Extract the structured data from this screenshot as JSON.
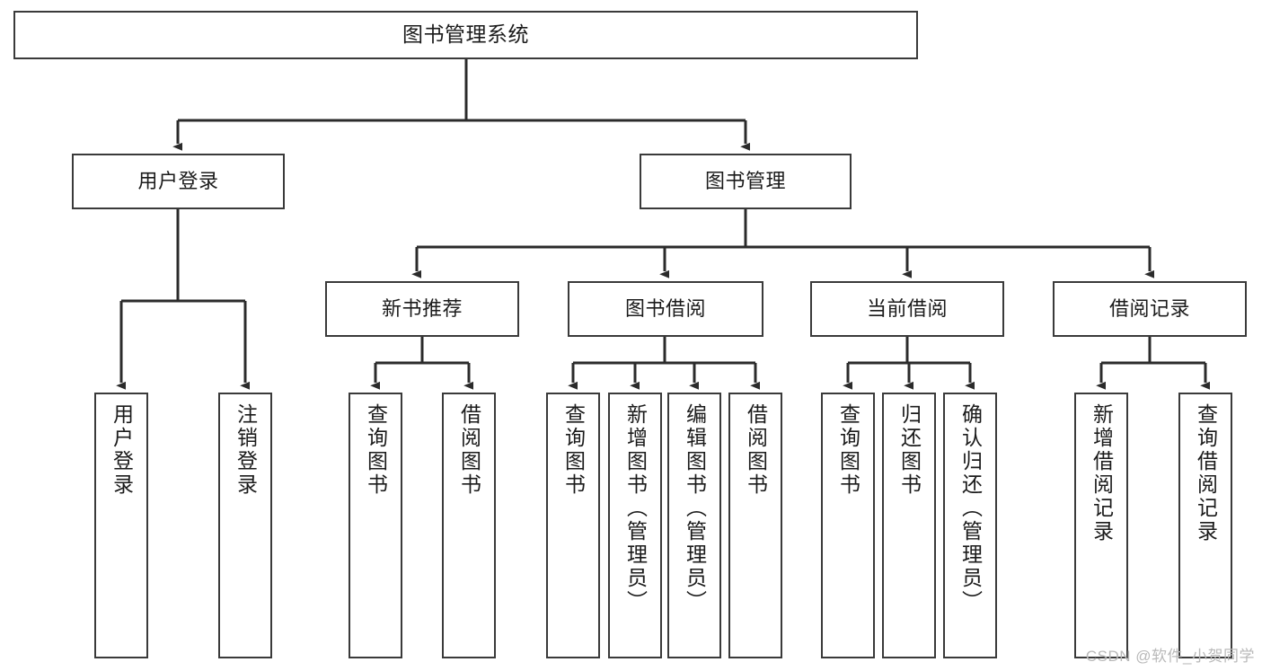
{
  "diagram": {
    "title": "图书管理系统",
    "type": "tree-hierarchy-diagram",
    "watermark": "CSDN @软件_小贺同学",
    "colors": {
      "node_border": "#3a3a3a",
      "node_fill": "#ffffff",
      "edge": "#2b2b2b",
      "text": "#1b1b1b",
      "watermark": "#b9b9b9"
    }
  },
  "nodes": {
    "root": {
      "label": "图书管理系统"
    },
    "level2": [
      {
        "id": "user-login",
        "label": "用户登录"
      },
      {
        "id": "book-manage",
        "label": "图书管理"
      }
    ],
    "level3": [
      {
        "id": "new-book-recommend",
        "label": "新书推荐"
      },
      {
        "id": "book-borrow",
        "label": "图书借阅"
      },
      {
        "id": "current-borrow",
        "label": "当前借阅"
      },
      {
        "id": "borrow-record",
        "label": "借阅记录"
      }
    ],
    "leaves": {
      "user_login": [
        {
          "id": "leaf-user-login",
          "label": "用户登录"
        },
        {
          "id": "leaf-user-logout",
          "label": "注销登录"
        }
      ],
      "new_book_recommend": [
        {
          "id": "leaf-query-book-1",
          "label": "查询图书"
        },
        {
          "id": "leaf-borrow-book-1",
          "label": "借阅图书"
        }
      ],
      "book_borrow": [
        {
          "id": "leaf-query-book-2",
          "label": "查询图书"
        },
        {
          "id": "leaf-add-book",
          "label": "新增图书（管理员）"
        },
        {
          "id": "leaf-edit-book",
          "label": "编辑图书（管理员）"
        },
        {
          "id": "leaf-borrow-book-2",
          "label": "借阅图书"
        }
      ],
      "current_borrow": [
        {
          "id": "leaf-query-book-3",
          "label": "查询图书"
        },
        {
          "id": "leaf-return-book",
          "label": "归还图书"
        },
        {
          "id": "leaf-confirm-return",
          "label": "确认归还（管理员）"
        }
      ],
      "borrow_record": [
        {
          "id": "leaf-add-record",
          "label": "新增借阅记录"
        },
        {
          "id": "leaf-query-record",
          "label": "查询借阅记录"
        }
      ]
    }
  }
}
